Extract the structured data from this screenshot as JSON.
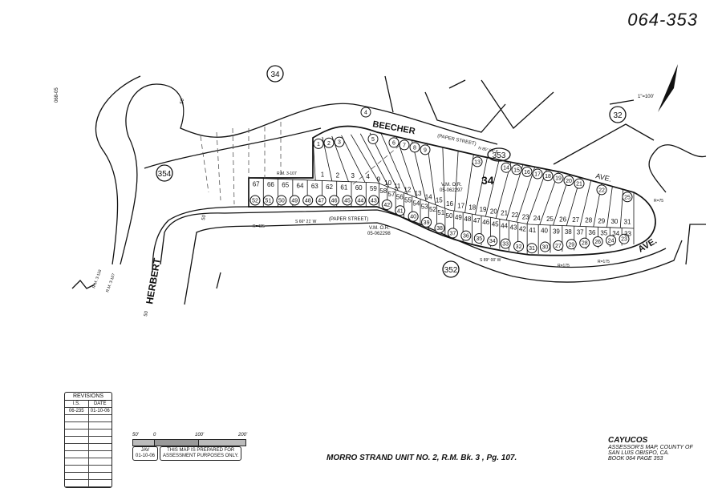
{
  "map_number": "064-353",
  "side_reference": "068-05",
  "north_arrow": {
    "scale_text": "1\"=100'"
  },
  "book_circles": [
    "34",
    "32",
    "354",
    "352",
    "353"
  ],
  "block_number": "34",
  "streets": {
    "beecher": "BEECHER",
    "paper_street_top": "(PAPER STREET)",
    "paper_street_bottom": "(PAPER STREET)",
    "ave_upper": "AVE.",
    "ave_lower": "AVE.",
    "herbert": "HERBERT"
  },
  "annotations": {
    "vm_or_top": "V.M.  O.R.",
    "vm_or_top_num": "05-062297",
    "vm_or_bottom": "V.M.  O.R.",
    "vm_or_bottom_num": "05-062298",
    "rm_118": "R.M. 3-118",
    "rm_107": "R.M. 3-107",
    "rm_107b": "R.M. 3-107",
    "bearing_top": "N 85° 54' E",
    "bearing_bottom": "S 66° 21' W",
    "bearing_right": "S 89° 00' W",
    "radius_425": "R=425",
    "radius_175": "R=175",
    "radius_175b": "R=175",
    "radius_75": "R=75",
    "width_50a": "50",
    "width_50b": "50",
    "width_50c": "50"
  },
  "circled_parcels": [
    "1",
    "2",
    "3",
    "4",
    "5",
    "6",
    "7",
    "8",
    "9",
    "13",
    "14",
    "15",
    "16",
    "17",
    "18",
    "19",
    "20",
    "21",
    "22",
    "23",
    "24",
    "25",
    "26",
    "27",
    "28",
    "29",
    "30",
    "31",
    "32",
    "33",
    "34",
    "35",
    "36",
    "37",
    "38",
    "39",
    "40",
    "41",
    "42",
    "43",
    "44",
    "45",
    "46",
    "47",
    "48",
    "49",
    "50",
    "51",
    "52"
  ],
  "lots_top": [
    "67",
    "66",
    "65",
    "64",
    "63",
    "62",
    "61",
    "60",
    "59",
    "58",
    "57",
    "56",
    "55",
    "54",
    "53",
    "52",
    "51",
    "50",
    "49",
    "48",
    "47",
    "46",
    "45",
    "44",
    "43",
    "42",
    "41",
    "40",
    "39",
    "38",
    "37",
    "36",
    "35",
    "34",
    "33"
  ],
  "lots_upper": [
    "1",
    "2",
    "3",
    "4",
    "9",
    "10",
    "11",
    "12",
    "13",
    "14",
    "15",
    "16",
    "17",
    "18",
    "19",
    "20",
    "21",
    "22",
    "23",
    "24",
    "25",
    "26",
    "27",
    "28",
    "29",
    "30",
    "31"
  ],
  "revisions": {
    "title": "REVISIONS",
    "headers": [
      "I.S.",
      "DATE"
    ],
    "rows": [
      [
        "06-235",
        "01-10-06"
      ],
      [
        "",
        ""
      ],
      [
        "",
        ""
      ],
      [
        "",
        ""
      ],
      [
        "",
        ""
      ],
      [
        "",
        ""
      ],
      [
        "",
        ""
      ],
      [
        "",
        ""
      ],
      [
        "",
        ""
      ],
      [
        "",
        ""
      ],
      [
        "",
        ""
      ]
    ]
  },
  "scale": {
    "labels": [
      "50'",
      "0",
      "100'",
      "200'"
    ]
  },
  "notes": {
    "initials": "JAV",
    "date": "01-10-06",
    "disclaimer_1": "THIS MAP IS PREPARED FOR",
    "disclaimer_2": "ASSESSMENT PURPOSES ONLY."
  },
  "footer": "MORRO STRAND UNIT NO. 2, R.M. Bk.  3 ,  Pg. 107.",
  "legend": {
    "place": "CAYUCOS",
    "line1": "ASSESSOR'S MAP, COUNTY OF",
    "line2": "SAN LUIS OBISPO, CA.",
    "line3": "BOOK 064  PAGE 353"
  }
}
